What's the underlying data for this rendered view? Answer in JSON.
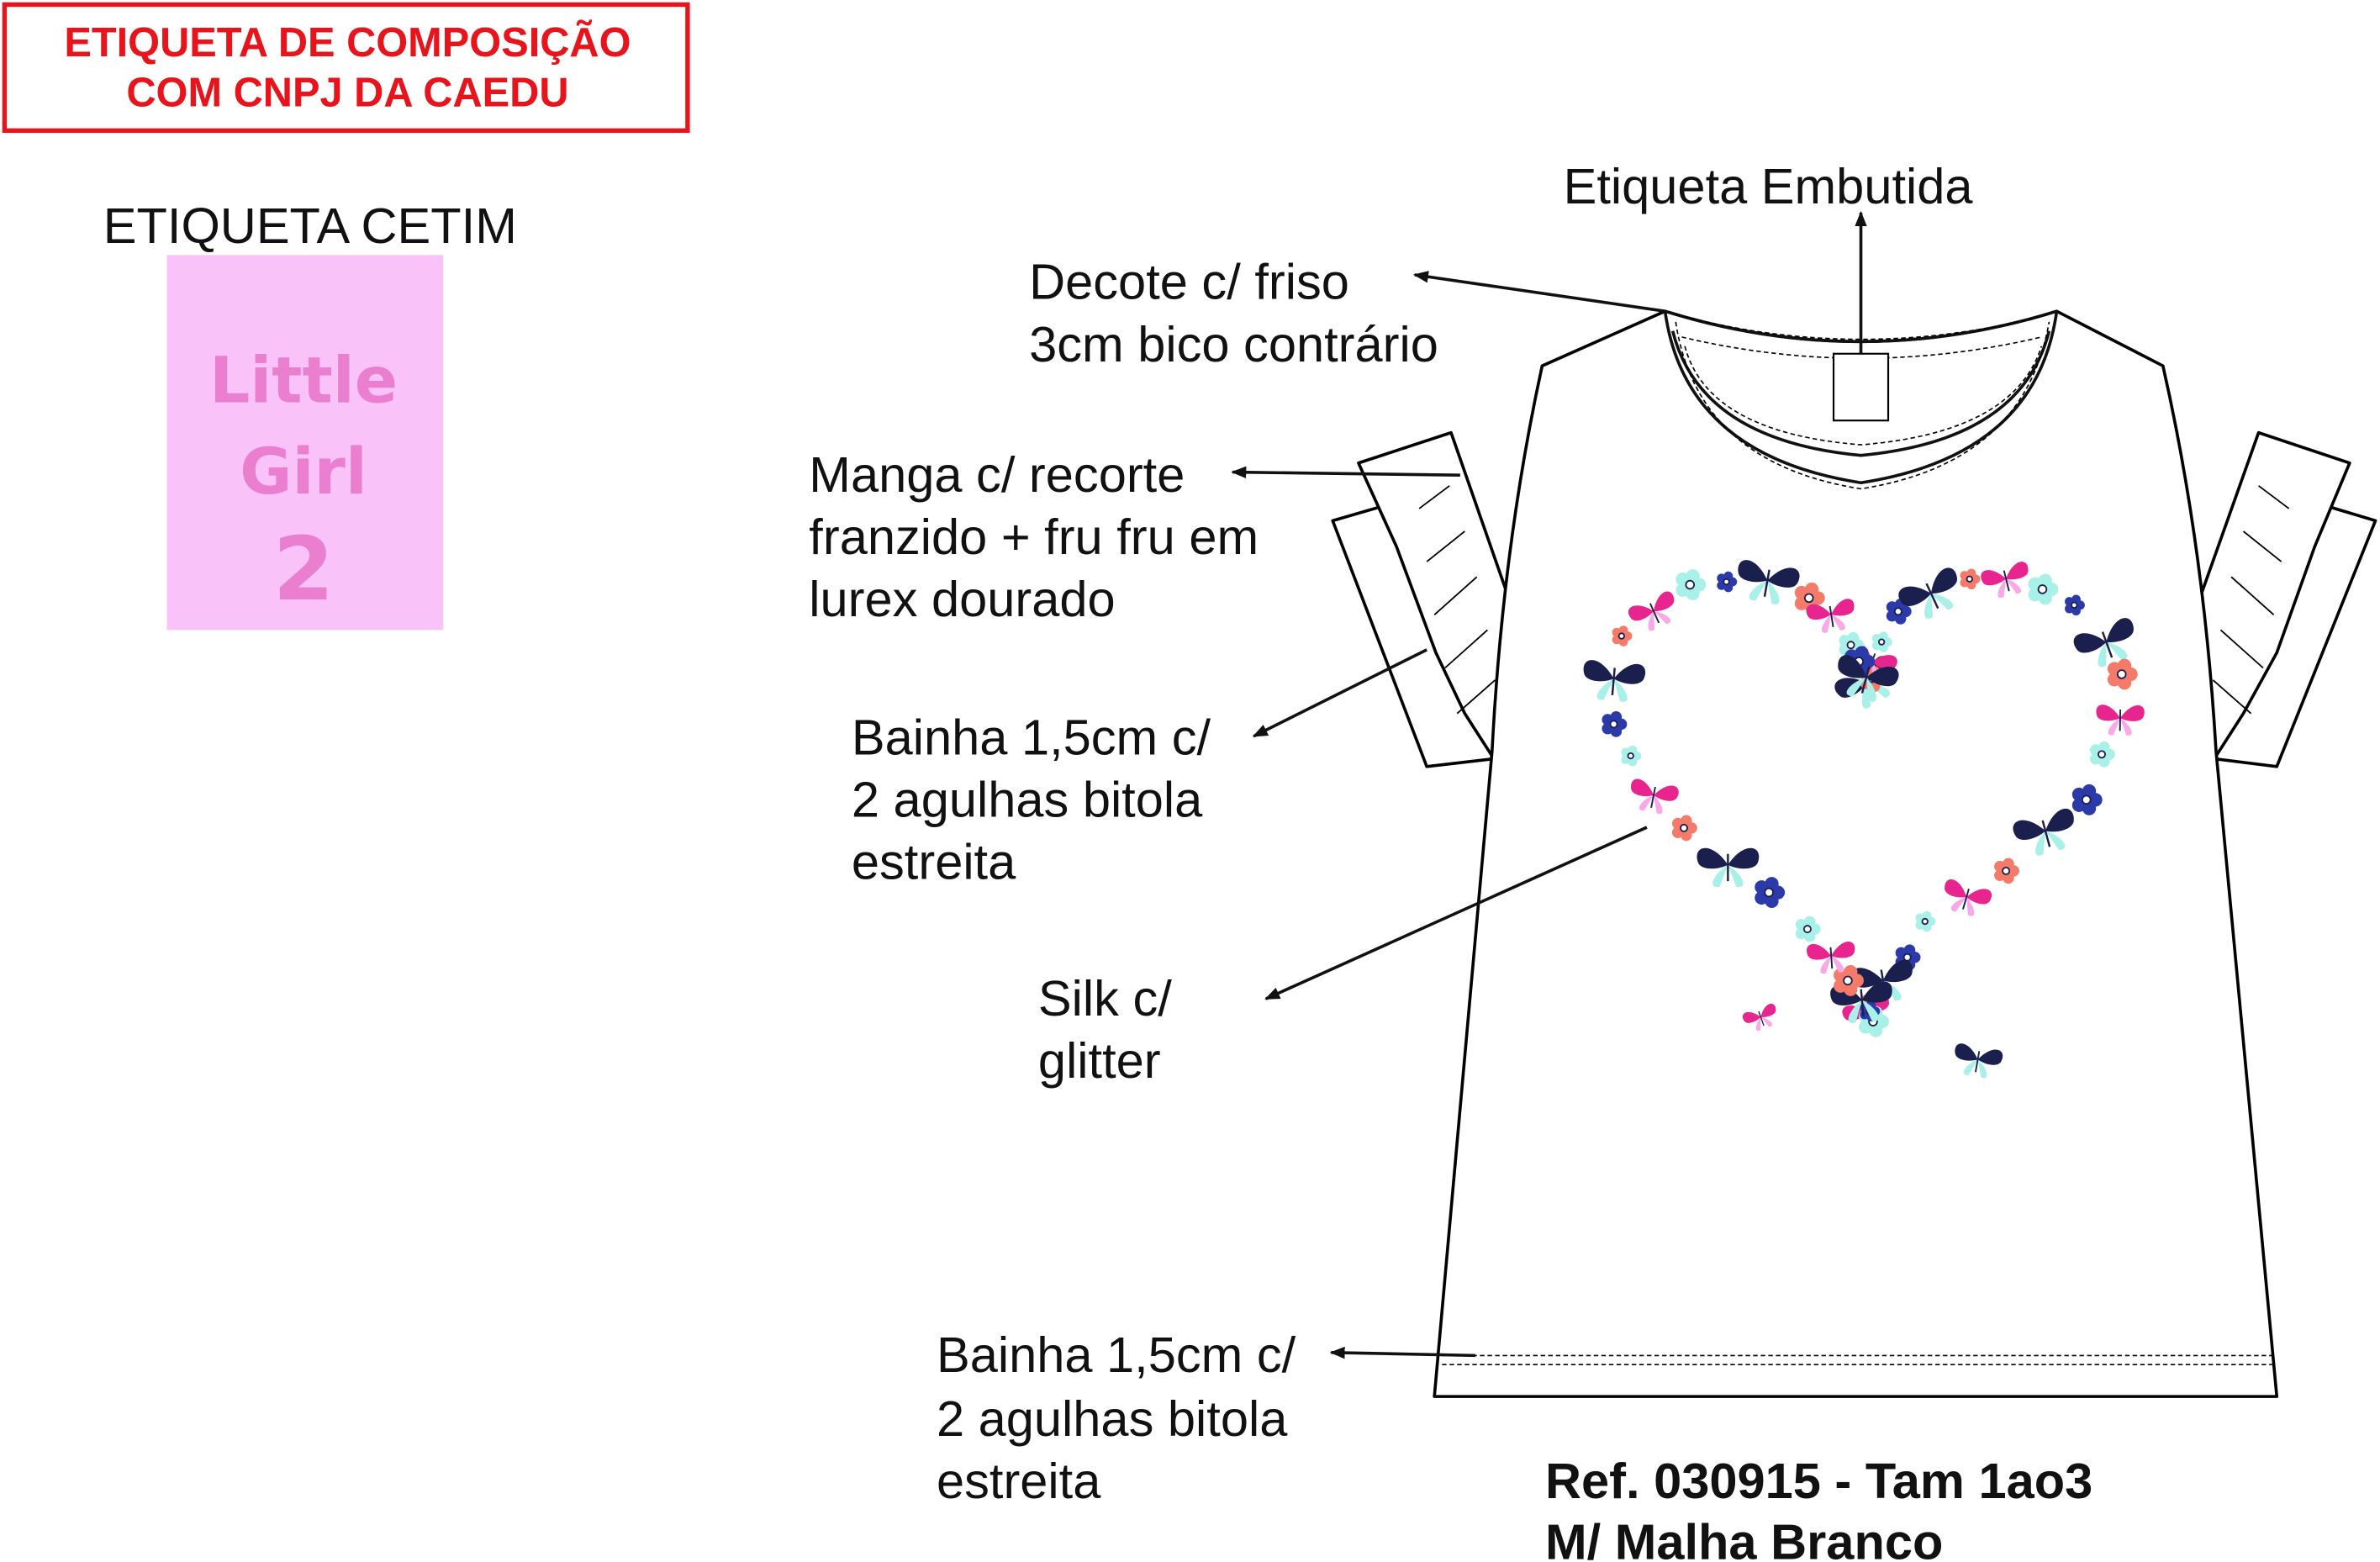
{
  "composition_label": {
    "lines": [
      "ETIQUETA DE COMPOSIÇÃO",
      "COM CNPJ DA CAEDU"
    ],
    "color": "#e8141c"
  },
  "satin_label": {
    "title": "ETIQUETA CETIM",
    "lines": [
      "Little",
      "Girl",
      "2"
    ],
    "background": "#f9c2f9",
    "text_color": "#ea7fcf"
  },
  "annotations": {
    "inner_label": [
      "Etiqueta Embutida"
    ],
    "neckline": [
      "Decote c/ friso",
      "3cm bico contrário"
    ],
    "sleeve": [
      "Manga c/ recorte",
      "franzido + fru fru em",
      "lurex dourado"
    ],
    "sleeve_hem": [
      "Bainha 1,5cm c/",
      "2 agulhas bitola",
      "estreita"
    ],
    "print": [
      "Silk c/",
      "glitter"
    ],
    "body_hem": [
      "Bainha 1,5cm c/",
      "2 agulhas bitola",
      "estreita"
    ]
  },
  "reference": {
    "lines": [
      "Ref. 030915 - Tam 1ao3",
      "M/ Malha Branco"
    ]
  },
  "print_colors": [
    "#1a1f4e",
    "#e8248f",
    "#a8f0e8",
    "#f47a6a",
    "#f9a8e8",
    "#2b3aa8"
  ]
}
